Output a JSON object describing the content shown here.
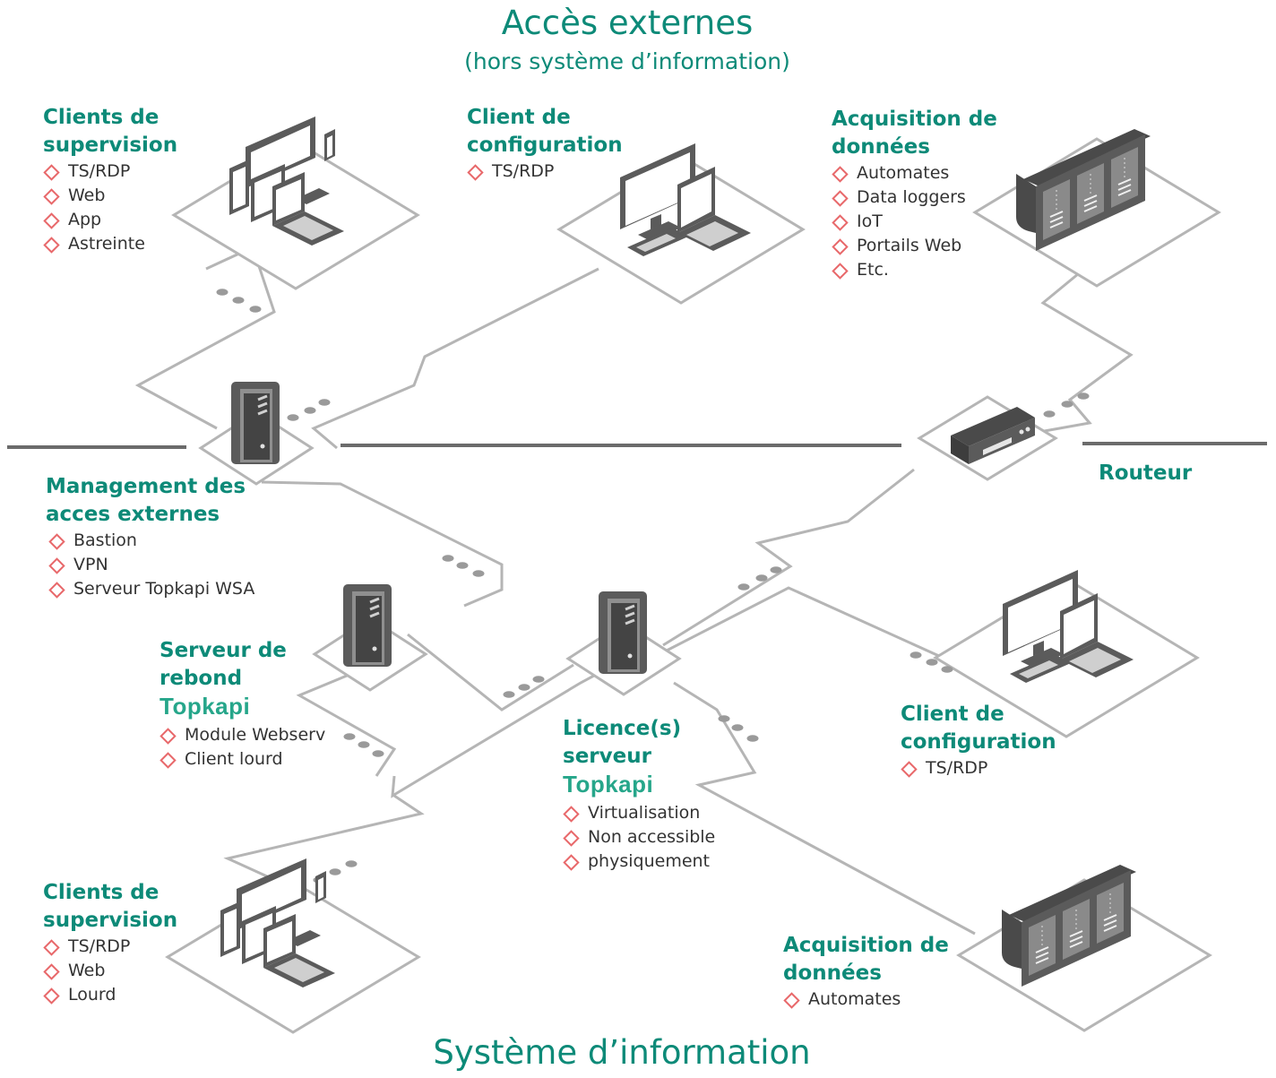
{
  "top_title": "Accès externes",
  "top_subtitle": "(hors système d’information)",
  "bottom_title": "Système d’information",
  "brand": "Topkapi",
  "colors": {
    "heading": "#0d8a78",
    "bullet": "#e8686a",
    "brand": "#26a68a",
    "line": "#b5b5b5",
    "device": "#5b5b5b"
  },
  "nodes": {
    "clients_supervision_ext": {
      "title": [
        "Clients de",
        "supervision"
      ],
      "items": [
        "TS/RDP",
        "Web",
        "App",
        "Astreinte"
      ]
    },
    "client_config_ext": {
      "title": [
        "Client de",
        "configuration"
      ],
      "items": [
        "TS/RDP"
      ]
    },
    "acquisition_ext": {
      "title": [
        "Acquisition de",
        "données"
      ],
      "items": [
        "Automates",
        "Data loggers",
        "IoT",
        "Portails Web",
        "Etc."
      ]
    },
    "management": {
      "title": [
        "Management des",
        "acces externes"
      ],
      "items": [
        "Bastion",
        "VPN",
        "Serveur Topkapi WSA"
      ]
    },
    "routeur": {
      "title": "Routeur"
    },
    "serveur_rebond": {
      "title": [
        "Serveur de",
        "rebond"
      ],
      "items": [
        "Module Webserv",
        "Client lourd"
      ]
    },
    "licence_serveur": {
      "title": [
        "Licence(s)",
        "serveur"
      ],
      "items": [
        "Virtualisation",
        "Non accessible",
        "physiquement"
      ]
    },
    "client_config_int": {
      "title": [
        "Client de",
        "configuration"
      ],
      "items": [
        "TS/RDP"
      ]
    },
    "clients_supervision_int": {
      "title": [
        "Clients de",
        "supervision"
      ],
      "items": [
        "TS/RDP",
        "Web",
        "Lourd"
      ]
    },
    "acquisition_int": {
      "title": [
        "Acquisition de",
        "données"
      ],
      "items": [
        "Automates"
      ]
    }
  }
}
